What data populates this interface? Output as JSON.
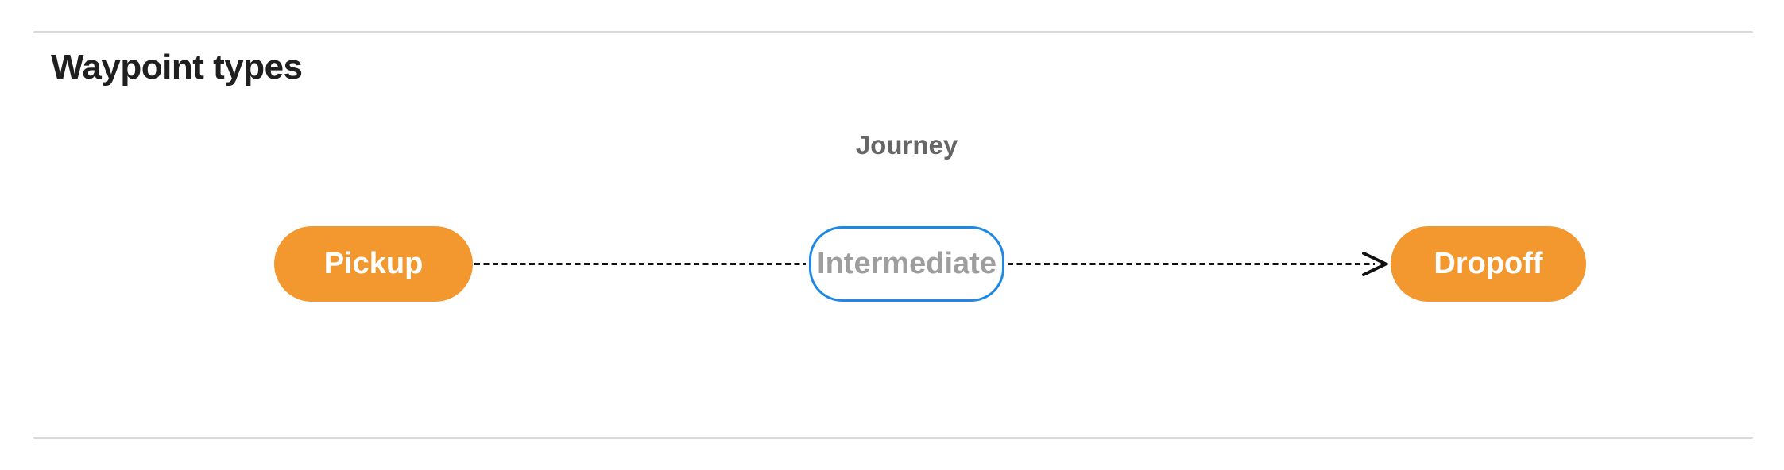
{
  "section": {
    "title": "Waypoint types"
  },
  "diagram": {
    "title": "Journey",
    "nodes": [
      {
        "id": "pickup",
        "label": "Pickup",
        "style": "filled-orange"
      },
      {
        "id": "intermediate",
        "label": "Intermediate",
        "style": "outlined-blue"
      },
      {
        "id": "dropoff",
        "label": "Dropoff",
        "style": "filled-orange"
      }
    ],
    "edges": [
      {
        "from": "pickup",
        "to": "intermediate",
        "style": "dashed",
        "arrowhead": false
      },
      {
        "from": "intermediate",
        "to": "dropoff",
        "style": "dashed",
        "arrowhead": true
      }
    ]
  },
  "colors": {
    "node_fill_orange": "#F2982F",
    "node_outline_blue": "#1E88E5",
    "node_text_light": "#FFFFFF",
    "node_text_muted": "#9E9E9E",
    "diagram_title_gray": "#666666",
    "heading_black": "#1F1F1F",
    "divider_gray": "#D8D8D8",
    "edge_black": "#111111"
  }
}
